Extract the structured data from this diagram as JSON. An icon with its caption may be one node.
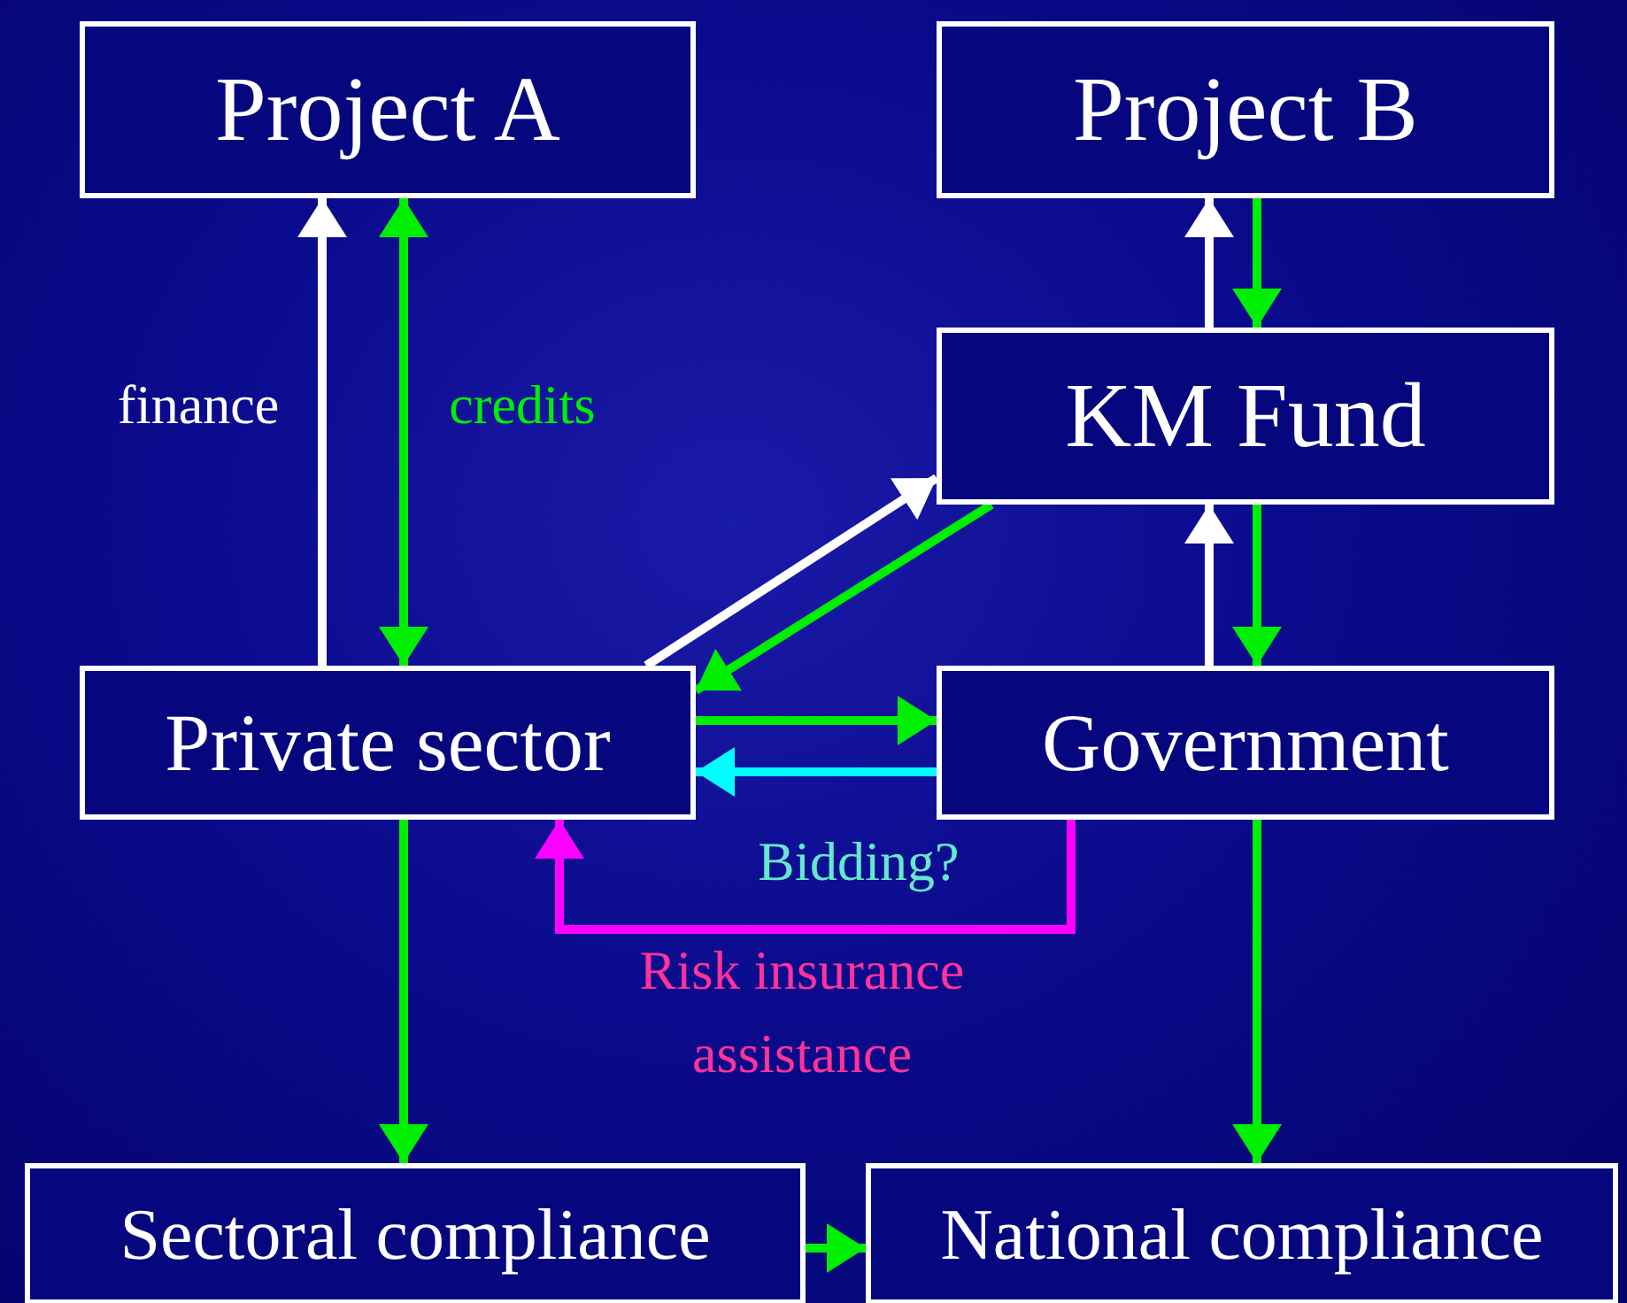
{
  "diagram": {
    "nodes": [
      {
        "text": [
          "Project A"
        ]
      },
      {
        "text": [
          "Project B"
        ]
      },
      {
        "text": [
          "KM Fund"
        ]
      },
      {
        "text": [
          "Private sector"
        ]
      },
      {
        "text": [
          "Government"
        ]
      },
      {
        "text": [
          "Sectoral compliance"
        ]
      },
      {
        "text": [
          "National compliance"
        ]
      }
    ],
    "edges": [
      {
        "from": 3,
        "to": 0,
        "arrow": "to",
        "label": "finance",
        "color": "#ffffff"
      },
      {
        "from": 3,
        "to": 0,
        "arrow": "both",
        "label": "credits"
      },
      {
        "from": 2,
        "to": 1,
        "arrow": "to",
        "color": "#ffffff"
      },
      {
        "from": 1,
        "to": 2,
        "arrow": "to"
      },
      {
        "from": 3,
        "to": 2,
        "arrow": "to",
        "color": "#ffffff"
      },
      {
        "from": 2,
        "to": 3,
        "arrow": "to"
      },
      {
        "from": 4,
        "to": 2,
        "arrow": "to",
        "color": "#ffffff"
      },
      {
        "from": 2,
        "to": 4,
        "arrow": "to"
      },
      {
        "from": 3,
        "to": 4,
        "arrow": "to"
      },
      {
        "from": 4,
        "to": 3,
        "arrow": "to",
        "label": "Bidding?",
        "color": "#00ffff"
      },
      {
        "from": 4,
        "to": 3,
        "arrow": "to",
        "label": "Risk insurance assistance",
        "color": "#ff00ff"
      },
      {
        "from": 3,
        "to": 5,
        "arrow": "to"
      },
      {
        "from": 4,
        "to": 6,
        "arrow": "to"
      },
      {
        "from": 5,
        "to": 6,
        "arrow": "to"
      }
    ]
  }
}
